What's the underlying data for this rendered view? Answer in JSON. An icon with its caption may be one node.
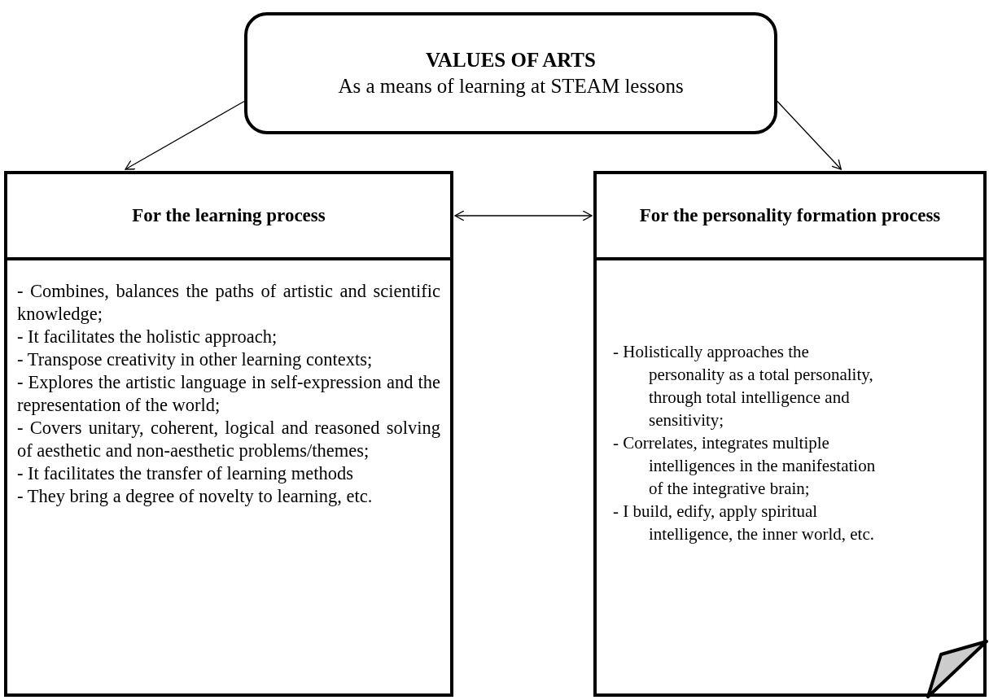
{
  "diagram": {
    "nodes": [
      {
        "text": [
          "VALUES OF ARTS",
          "As a means of learning at STEAM lessons"
        ]
      },
      {
        "text": [
          "For the learning process"
        ]
      },
      {
        "text": [
          "- Combines, balances the paths of artistic and scientific knowledge;",
          "- It facilitates the holistic approach;",
          "- Transpose creativity in other learning contexts;",
          "- Explores the artistic language in self-expression and the representation of the world;",
          "- Covers unitary, coherent, logical and reasoned solving of aesthetic and non-aesthetic problems/themes;",
          "- It facilitates the transfer of learning methods",
          "- They bring a degree of novelty to learning, etc."
        ]
      },
      {
        "text": [
          "For the personality formation process"
        ]
      },
      {
        "text": [
          "- Holistically approaches the personality as a total personality, through total intelligence and sensitivity;",
          "- Correlates, integrates multiple intelligences in the manifestation of the integrative brain;",
          "- I build, edify, apply spiritual intelligence, the inner world, etc."
        ]
      }
    ],
    "edges": [
      {
        "from": 0,
        "to": 1,
        "arrow": "to"
      },
      {
        "from": 0,
        "to": 3,
        "arrow": "to"
      },
      {
        "from": 1,
        "to": 3,
        "arrow": "both"
      }
    ]
  }
}
